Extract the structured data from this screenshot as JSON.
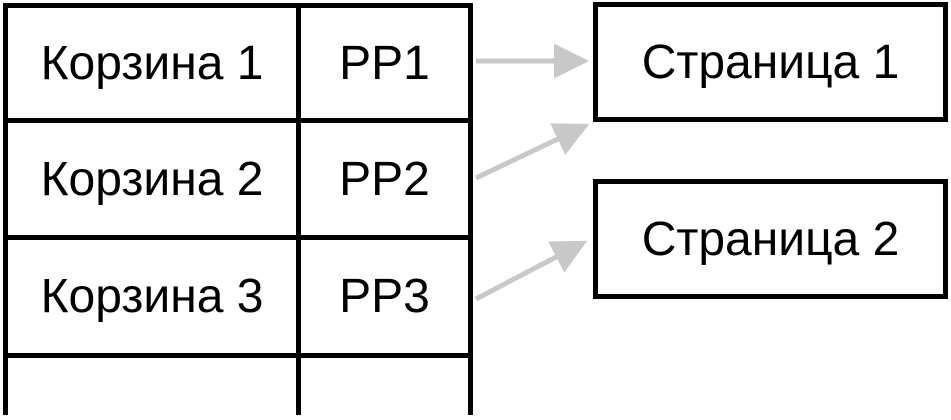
{
  "table": {
    "rows": [
      {
        "basket": "Корзина 1",
        "code": "PP1"
      },
      {
        "basket": "Корзина 2",
        "code": "PP2"
      },
      {
        "basket": "Корзина 3",
        "code": "PP3"
      },
      {
        "basket": "",
        "code": ""
      }
    ]
  },
  "pages": [
    {
      "label": "Страница 1"
    },
    {
      "label": "Страница 2"
    }
  ],
  "connections": [
    {
      "from": "PP1",
      "to": "Страница 1"
    },
    {
      "from": "PP2",
      "to": "Страница 1"
    },
    {
      "from": "PP3",
      "to": "Страница 2"
    }
  ],
  "colors": {
    "line": "#000000",
    "arrow": "#c8c8c8",
    "background": "#ffffff",
    "text": "#000000"
  }
}
